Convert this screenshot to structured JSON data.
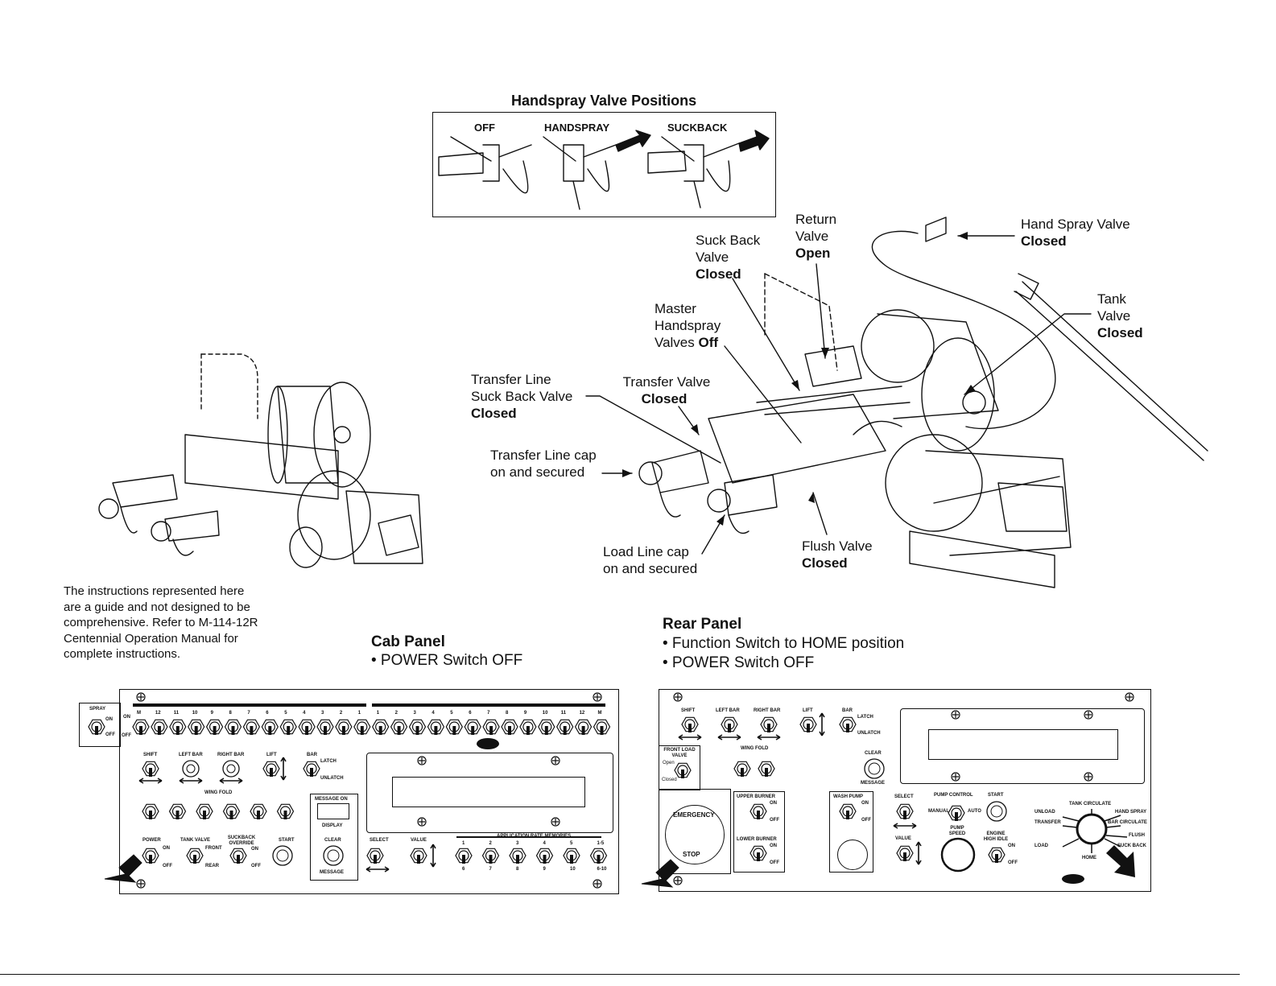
{
  "handspray": {
    "title": "Handspray Valve Positions",
    "positions": [
      "OFF",
      "HANDSPRAY",
      "SUCKBACK"
    ]
  },
  "callouts": {
    "hand_spray_valve": {
      "line1": "Hand Spray Valve",
      "state": "Closed"
    },
    "return_valve": {
      "line1": "Return",
      "line2": "Valve",
      "state": "Open"
    },
    "suck_back_valve": {
      "line1": "Suck Back",
      "line2": "Valve",
      "state": "Closed"
    },
    "tank_valve": {
      "line1": "Tank",
      "line2": "Valve",
      "state": "Closed"
    },
    "master_handspray": {
      "line1": "Master",
      "line2": "Handspray",
      "line3": "Valves",
      "state": "Off"
    },
    "transfer_line_suck_back": {
      "line1": "Transfer Line",
      "line2": "Suck Back Valve",
      "state": "Closed"
    },
    "transfer_valve": {
      "line1": "Transfer Valve",
      "state": "Closed"
    },
    "transfer_line_cap": {
      "line1": "Transfer Line cap",
      "line2": "on and secured"
    },
    "load_line_cap": {
      "line1": "Load Line cap",
      "line2": "on and secured"
    },
    "flush_valve": {
      "line1": "Flush Valve",
      "state": "Closed"
    }
  },
  "note": {
    "lines": [
      "The instructions represented here",
      "are a guide and not designed to be",
      "comprehensive. Refer to M-114-12R",
      "Centennial Operation Manual for",
      "complete instructions."
    ]
  },
  "cab_panel": {
    "title": "Cab Panel",
    "bullet": "• POWER Switch OFF",
    "spray": "SPRAY",
    "on": "ON",
    "off": "OFF",
    "left_numbers": [
      "M",
      "12",
      "11",
      "10",
      "9",
      "8",
      "7",
      "6",
      "5",
      "4",
      "3",
      "2",
      "1"
    ],
    "right_numbers": [
      "1",
      "2",
      "3",
      "4",
      "5",
      "6",
      "7",
      "8",
      "9",
      "10",
      "11",
      "12",
      "M"
    ],
    "shift": "SHIFT",
    "left_bar": "LEFT BAR",
    "right_bar": "RIGHT BAR",
    "lift": "LIFT",
    "bar": "BAR",
    "latch": "LATCH",
    "unlatch": "UNLATCH",
    "wing_fold": "WING FOLD",
    "message_on": "MESSAGE ON",
    "display": "DISPLAY",
    "clear": "CLEAR",
    "message": "MESSAGE",
    "power": "POWER",
    "tank_valve": "TANK VALVE",
    "front": "FRONT",
    "rear": "REAR",
    "suckback_override": "SUCKBACK OVERRIDE",
    "start": "START",
    "select": "SELECT",
    "value": "VALUE",
    "app_rate": "APPLICATION RATE MEMORIES",
    "memories_top": [
      "1",
      "2",
      "3",
      "4",
      "5",
      "1-5"
    ],
    "memories_bottom": [
      "6",
      "7",
      "8",
      "9",
      "10",
      "6-10"
    ]
  },
  "rear_panel": {
    "title": "Rear Panel",
    "bullets": [
      "• Function Switch to HOME position",
      "• POWER Switch OFF"
    ],
    "shift": "SHIFT",
    "left_bar": "LEFT BAR",
    "right_bar": "RIGHT BAR",
    "lift": "LIFT",
    "bar": "BAR",
    "latch": "LATCH",
    "unlatch": "UNLATCH",
    "front_load_valve": "FRONT LOAD VALVE",
    "open": "Open",
    "closed": "Closed",
    "wing_fold": "WING FOLD",
    "clear": "CLEAR",
    "message": "MESSAGE",
    "emergency": "EMERGENCY",
    "stop": "STOP",
    "upper_burner": "UPPER BURNER",
    "lower_burner": "LOWER BURNER",
    "on": "ON",
    "off": "OFF",
    "wash_pump": "WASH PUMP",
    "select": "SELECT",
    "value": "VALUE",
    "pump_control": "PUMP CONTROL",
    "manual": "MANUAL",
    "auto": "AUTO",
    "start": "START",
    "pump_speed": "PUMP SPEED",
    "engine_high_idle": "ENGINE HIGH IDLE",
    "functions_left": [
      "UNLOAD",
      "TRANSFER",
      "LOAD"
    ],
    "functions_right": [
      "HAND SPRAY",
      "BAR CIRCULATE",
      "FLUSH",
      "SUCK BACK"
    ],
    "tank_circulate": "TANK CIRCULATE",
    "home": "HOME"
  }
}
